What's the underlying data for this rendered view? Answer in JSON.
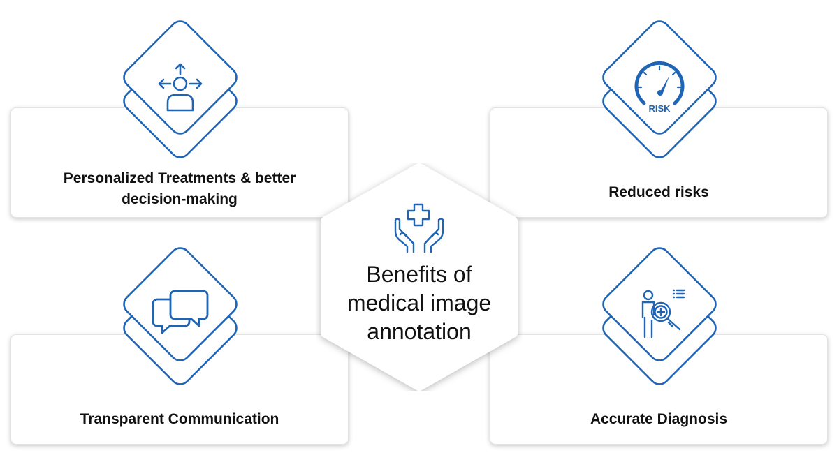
{
  "center": {
    "title": "Benefits of medical image annotation",
    "icon": "caring-hands-plus-icon"
  },
  "benefits": [
    {
      "label": "Personalized Treatments & better decision-making",
      "icon": "person-arrows-icon"
    },
    {
      "label": "Reduced risks",
      "icon": "risk-gauge-icon",
      "icon_text": "RISK"
    },
    {
      "label": "Transparent Communication",
      "icon": "chat-bubbles-icon"
    },
    {
      "label": "Accurate Diagnosis",
      "icon": "diagnosis-magnifier-icon"
    }
  ],
  "colors": {
    "accent": "#1f64b5",
    "text": "#111111",
    "card_border": "#e3e3e3",
    "background": "#ffffff"
  }
}
